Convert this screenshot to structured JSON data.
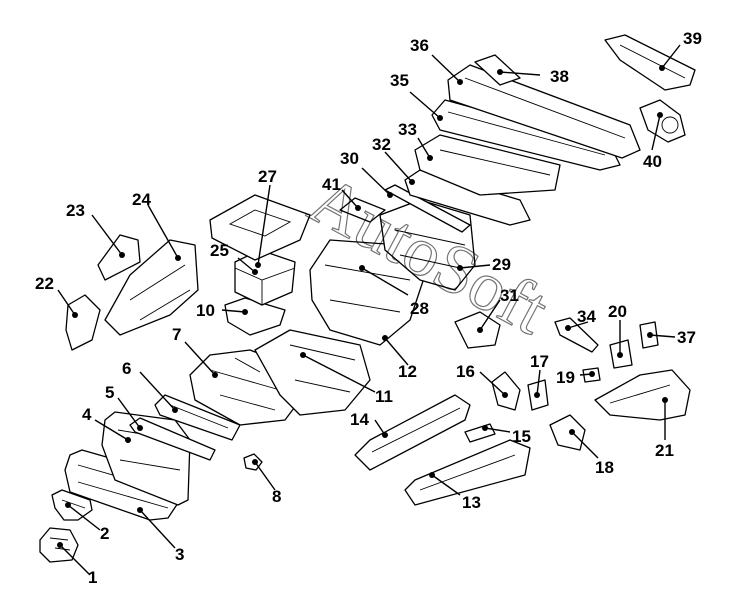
{
  "callouts": {
    "c1": "1",
    "c2": "2",
    "c3": "3",
    "c4": "4",
    "c5": "5",
    "c6": "6",
    "c7": "7",
    "c8": "8",
    "c10": "10",
    "c11": "11",
    "c12": "12",
    "c13": "13",
    "c14": "14",
    "c15": "15",
    "c16": "16",
    "c17": "17",
    "c18": "18",
    "c19": "19",
    "c20": "20",
    "c21": "21",
    "c22": "22",
    "c23": "23",
    "c24": "24",
    "c25": "25",
    "c27": "27",
    "c28": "28",
    "c29": "29",
    "c30": "30",
    "c31": "31",
    "c32": "32",
    "c33": "33",
    "c34": "34",
    "c35": "35",
    "c36": "36",
    "c37": "37",
    "c38": "38",
    "c39": "39",
    "c40": "40",
    "c41": "41"
  },
  "watermark": "AutoSoft"
}
